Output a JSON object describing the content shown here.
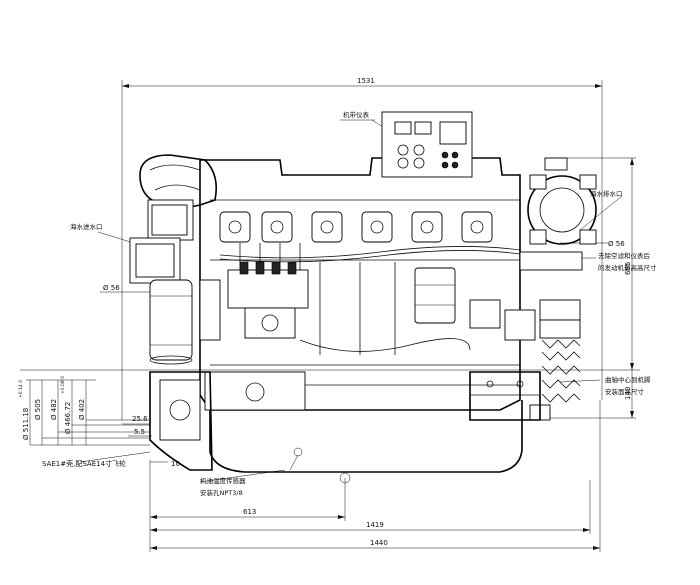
{
  "dimensions": {
    "overall_length_top": "1531",
    "height_right": "695",
    "crank_center_right": "140",
    "overall_1440": "1440",
    "length_1419": "1419",
    "length_613": "613",
    "offset_10": "10",
    "offset_25_6": "25.6",
    "offset_5_5": "5.5",
    "dia_56_left": "Ø 56",
    "dia_56_right": "Ø 56",
    "flange_dia_1": "Ø 511.18",
    "flange_dia_1_tol": "+0.14 0",
    "flange_dia_2": "Ø 505",
    "flange_dia_3": "Ø 482",
    "flange_dia_4": "Ø 466.72",
    "flange_dia_4_tol": "+0.08 0",
    "flange_dia_5": "Ø 402"
  },
  "labels": {
    "instrument_panel": "机带仪表",
    "seawater_outlet": "海水排水口",
    "seawater_inlet": "海水进水口",
    "air_filter_note_1": "去除空滤和仪表后",
    "air_filter_note_2": "的发动机最高高尺寸",
    "crank_note_1": "曲轴中心到机脚",
    "crank_note_2": "安装面高尺寸",
    "oil_temp_sensor_1": "机油温度传感器",
    "oil_temp_sensor_2": "安装孔NPT3/8",
    "sae_flywheel": "SAE1#壳,配SAE14寸飞轮"
  }
}
